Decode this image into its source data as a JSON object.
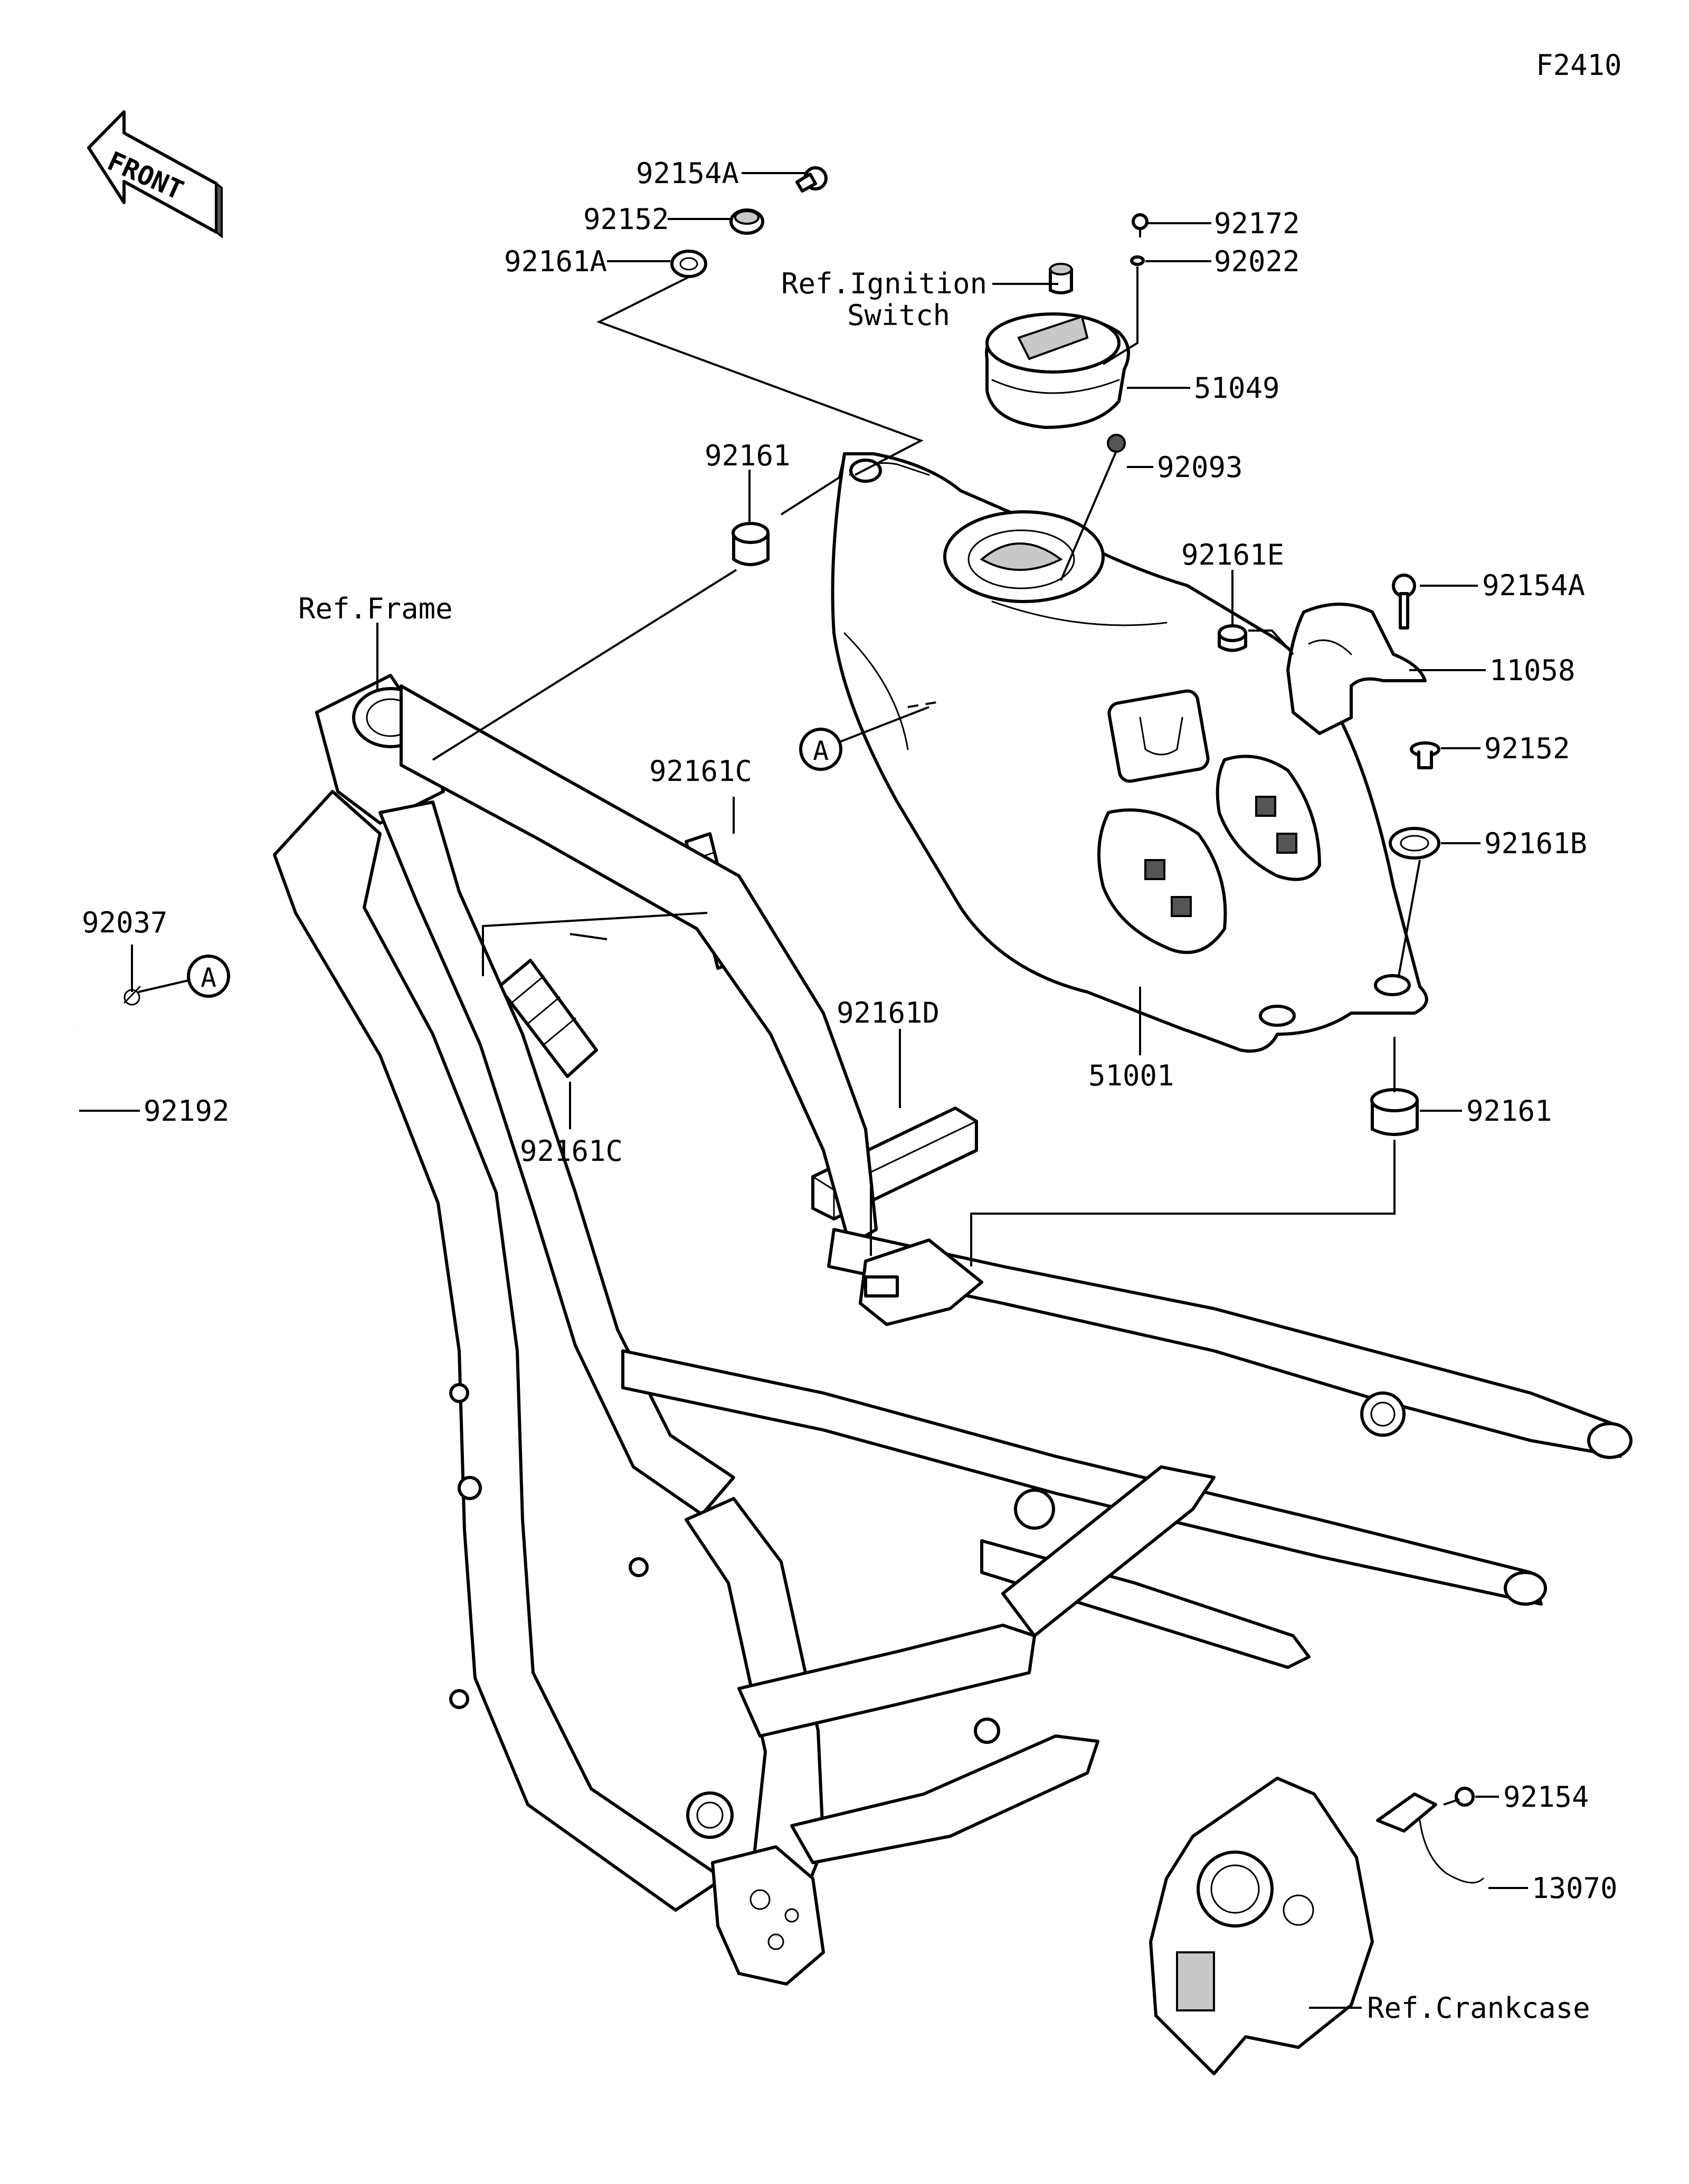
{
  "diagram_code": "F2410",
  "front_label": "FRONT",
  "callout_letter": "A",
  "labels": {
    "p92154A_top": "92154A",
    "p92152_top": "92152",
    "p92161A": "92161A",
    "ref_ignition_line1": "Ref.Ignition",
    "ref_ignition_line2": "Switch",
    "p92172": "92172",
    "p92022": "92022",
    "p51049": "51049",
    "p92093": "92093",
    "p92161_top": "92161",
    "ref_frame": "Ref.Frame",
    "p92161E": "92161E",
    "p92154A_right": "92154A",
    "p11058": "11058",
    "p92152_right": "92152",
    "p92161B": "92161B",
    "p92161C_top": "92161C",
    "p92161C_bottom": "92161C",
    "p92037": "92037",
    "p92192": "92192",
    "p92161D": "92161D",
    "p51001": "51001",
    "p92161_right": "92161",
    "p92154": "92154",
    "p13070": "13070",
    "ref_crankcase": "Ref.Crankcase"
  }
}
